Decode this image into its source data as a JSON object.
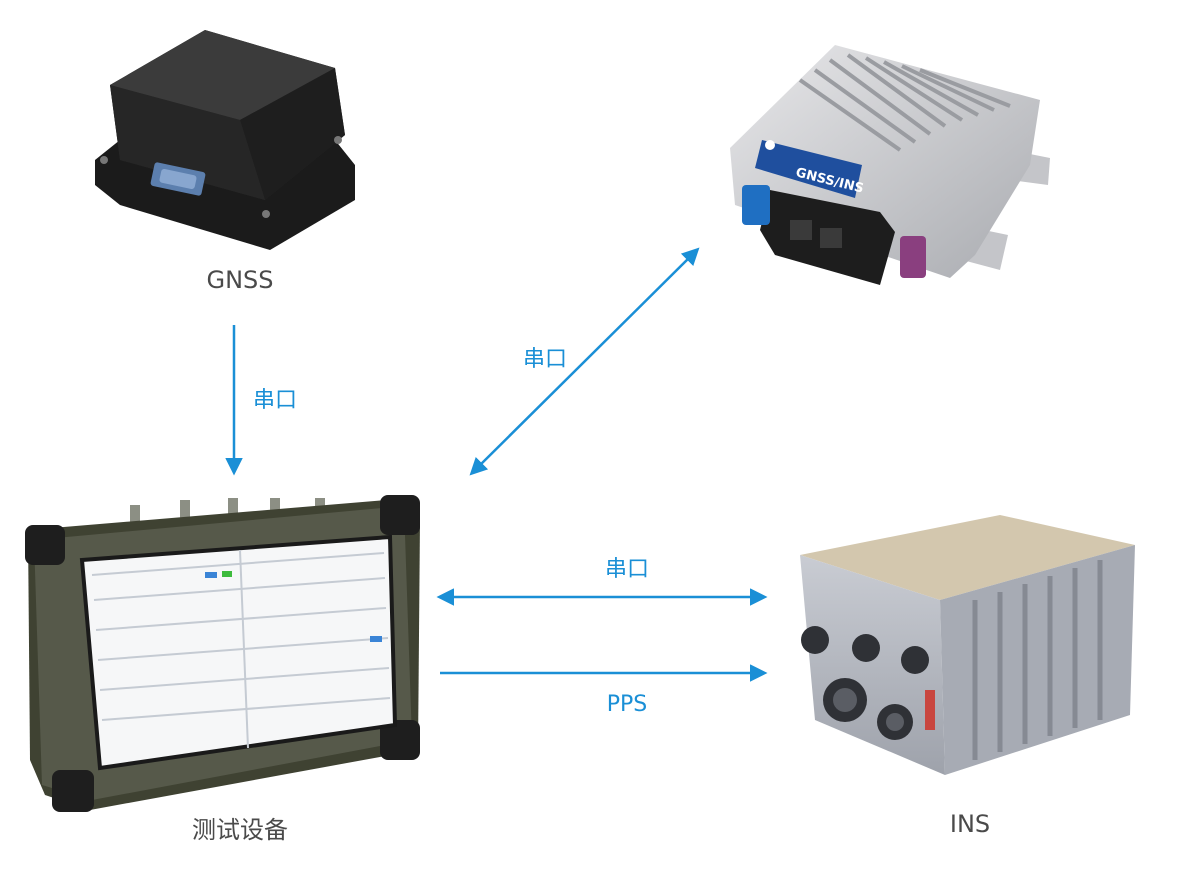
{
  "nodes": {
    "gnss": {
      "label": "GNSS"
    },
    "gnss_ins": {
      "badge": "GNSS/INS"
    },
    "tester": {
      "label": "测试设备"
    },
    "ins": {
      "label": "INS"
    }
  },
  "edges": {
    "gnss_to_tester": {
      "label": "串口"
    },
    "tester_gnss_ins": {
      "label": "串口"
    },
    "tester_ins_serial": {
      "label": "串口"
    },
    "tester_ins_pps": {
      "label": "PPS"
    }
  },
  "colors": {
    "arrow": "#1a8fd6",
    "label_text": "#4a4a4a"
  }
}
